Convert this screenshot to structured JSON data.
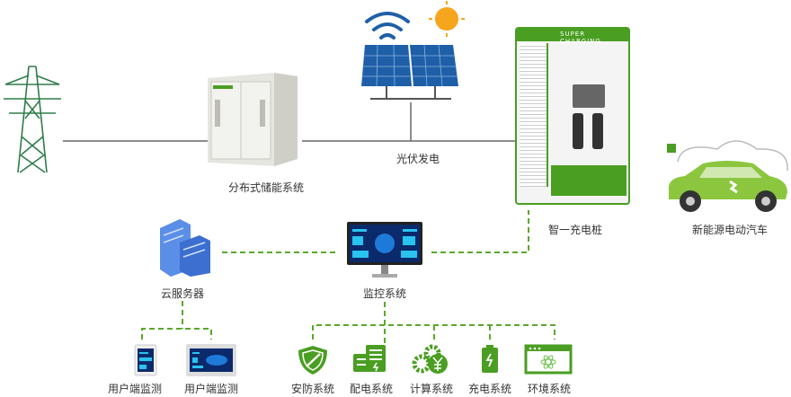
{
  "colors": {
    "green": "#4a9e22",
    "line": "#555555",
    "dash": "#5aa82a"
  },
  "nodes": {
    "storage": "分布式储能系统",
    "solar": "光伏发电",
    "charger": "智一充电桩",
    "charger_brand": "SUPER CHARGING",
    "ev": "新能源电动汽车",
    "cloud": "云服务器",
    "monitor": "监控系统"
  },
  "user_devices": [
    {
      "label": "用户端监测",
      "icon": "tablet-icon"
    },
    {
      "label": "用户端监测",
      "icon": "monitor-icon"
    }
  ],
  "subsystems": [
    {
      "label": "安防系统",
      "icon": "shield-icon"
    },
    {
      "label": "配电系统",
      "icon": "power-distribution-icon"
    },
    {
      "label": "计算系统",
      "icon": "gear-coin-icon"
    },
    {
      "label": "充电系统",
      "icon": "battery-icon"
    },
    {
      "label": "环境系统",
      "icon": "browser-atom-icon"
    }
  ]
}
